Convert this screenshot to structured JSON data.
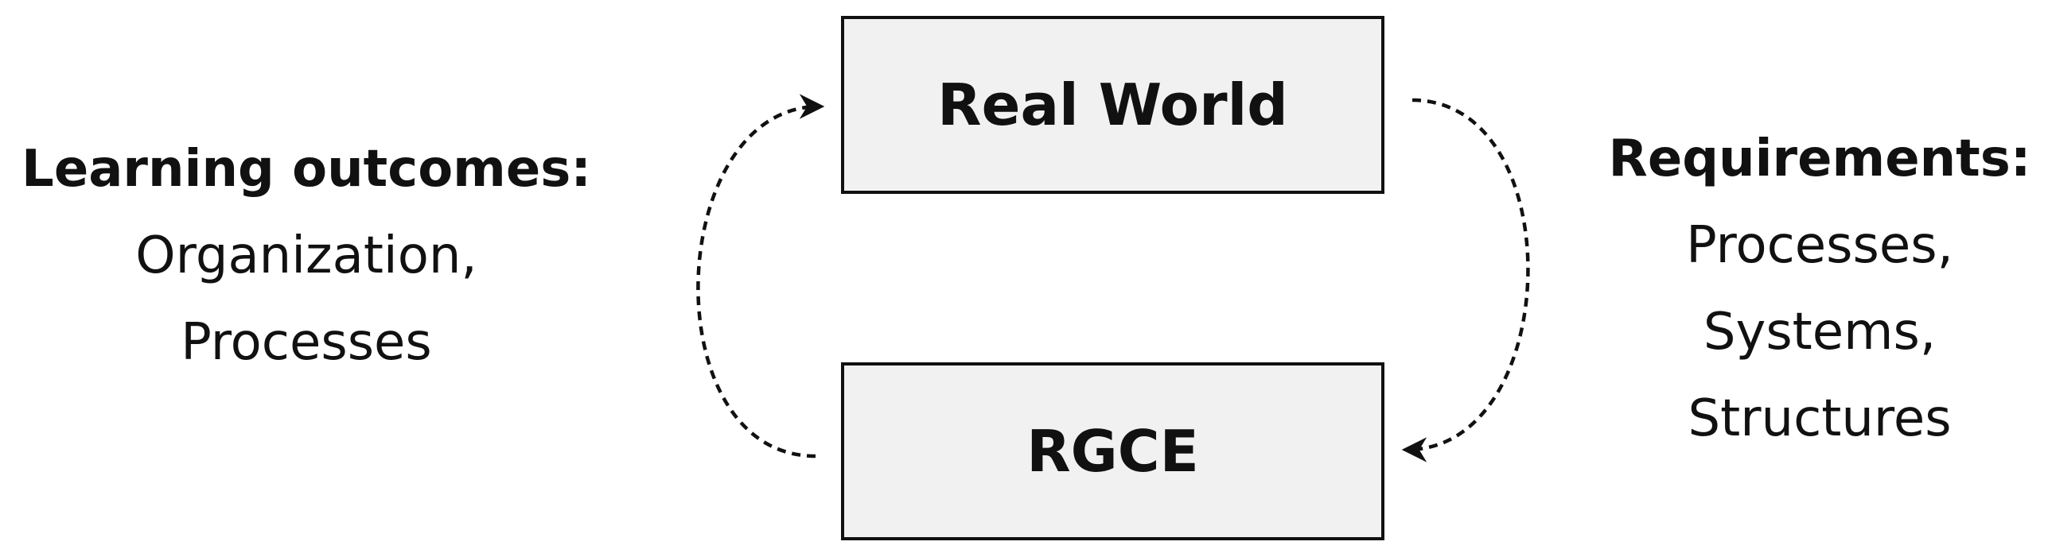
{
  "boxes": {
    "top_label": "Real World",
    "bottom_label": "RGCE"
  },
  "left_panel": {
    "heading": "Learning outcomes:",
    "lines": [
      "Organization,",
      "Processes"
    ]
  },
  "right_panel": {
    "heading": "Requirements:",
    "lines": [
      "Processes,",
      "Systems,",
      "Structures"
    ]
  },
  "colors": {
    "box_fill": "#f1f1f1",
    "stroke": "#111111"
  }
}
